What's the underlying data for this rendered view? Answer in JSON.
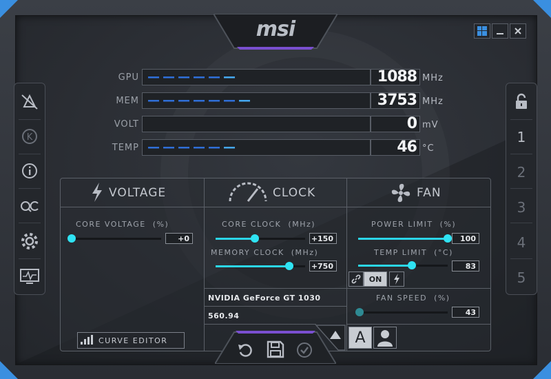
{
  "window": {
    "logo": "msi",
    "buttons": [
      "windows",
      "minimize",
      "close"
    ]
  },
  "monitors": [
    {
      "label": "GPU",
      "value": "1088",
      "unit": "MHz",
      "level": 0.45
    },
    {
      "label": "MEM",
      "value": "3753",
      "unit": "MHz",
      "level": 0.5
    },
    {
      "label": "VOLT",
      "value": "0",
      "unit": "mV",
      "level": 0
    },
    {
      "label": "TEMP",
      "value": "46",
      "unit": "°C",
      "level": 0.46
    }
  ],
  "sidebar_left": [
    "kombustor-icon",
    "k-icon",
    "info-icon",
    "oc-scanner-icon",
    "settings-icon",
    "monitor-icon"
  ],
  "sidebar_right": {
    "lock": "lock-icon",
    "profiles": [
      "1",
      "2",
      "3",
      "4",
      "5"
    ]
  },
  "voltage": {
    "header": "VOLTAGE",
    "core_voltage_label": "CORE VOLTAGE",
    "core_voltage_unit": "(%)",
    "core_voltage_value": "+0",
    "core_voltage_level": 0.0,
    "curve_editor": "CURVE EDITOR"
  },
  "clock": {
    "header": "CLOCK",
    "core_clock_label": "CORE CLOCK",
    "core_clock_unit": "(MHz)",
    "core_clock_value": "+150",
    "core_clock_level": 0.44,
    "memory_clock_label": "MEMORY CLOCK",
    "memory_clock_unit": "(MHz)",
    "memory_clock_value": "+750",
    "memory_clock_level": 0.82,
    "gpu_name": "NVIDIA GeForce GT 1030",
    "driver": "560.94"
  },
  "fan": {
    "header": "FAN",
    "power_limit_label": "POWER LIMIT",
    "power_limit_unit": "(%)",
    "power_limit_value": "100",
    "power_limit_level": 1.0,
    "temp_limit_label": "TEMP LIMIT",
    "temp_limit_unit": "(°C)",
    "temp_limit_value": "83",
    "temp_limit_level": 0.6,
    "link_on": "ON",
    "fan_speed_label": "FAN SPEED",
    "fan_speed_unit": "(%)",
    "fan_speed_value": "43",
    "fan_speed_level": 0.0,
    "auto_label": "A"
  },
  "colors": {
    "accent": "#2bd6e8",
    "bar": "#2f7fe0",
    "corner": "#3a8fe0"
  }
}
